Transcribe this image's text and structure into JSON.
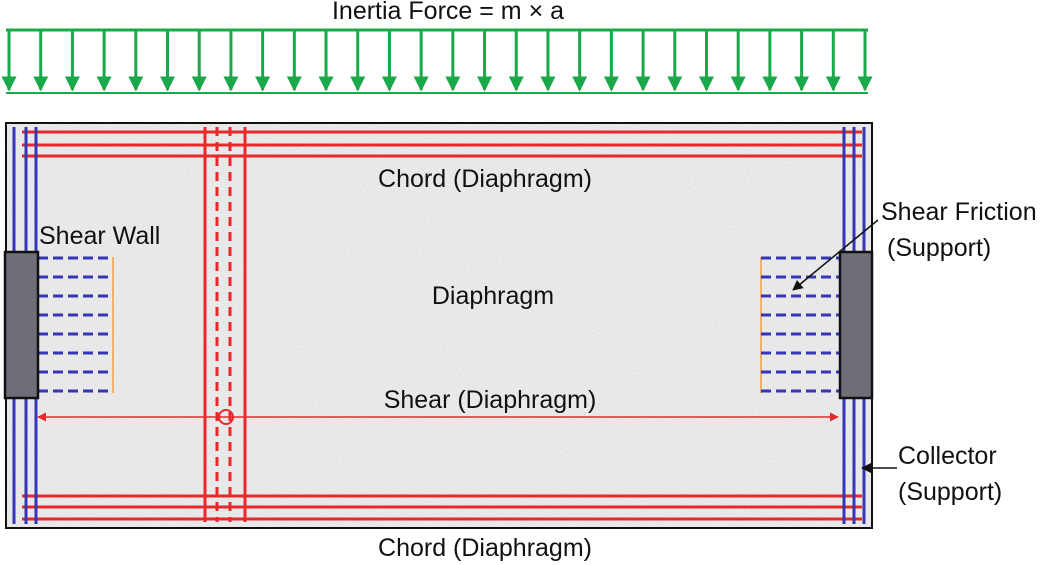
{
  "labels": {
    "inertia_force": "Inertia Force = m × a",
    "chord_top": "Chord (Diaphragm)",
    "chord_bottom": "Chord (Diaphragm)",
    "shear_wall": "Shear Wall",
    "diaphragm": "Diaphragm",
    "shear_diaphragm": "Shear (Diaphragm)",
    "shear_friction_line1": "Shear Friction",
    "shear_friction_line2": "(Support)",
    "collector_line1": "Collector",
    "collector_line2": "(Support)"
  },
  "colors": {
    "force_arrows": "#1aa84a",
    "chord": "#e8282b",
    "collector": "#3535b5",
    "slab": "#ececec",
    "wall": "#6e6e78",
    "outline": "#111111",
    "dowel_edge": "#f0a040"
  },
  "force_arrow_count": 28
}
